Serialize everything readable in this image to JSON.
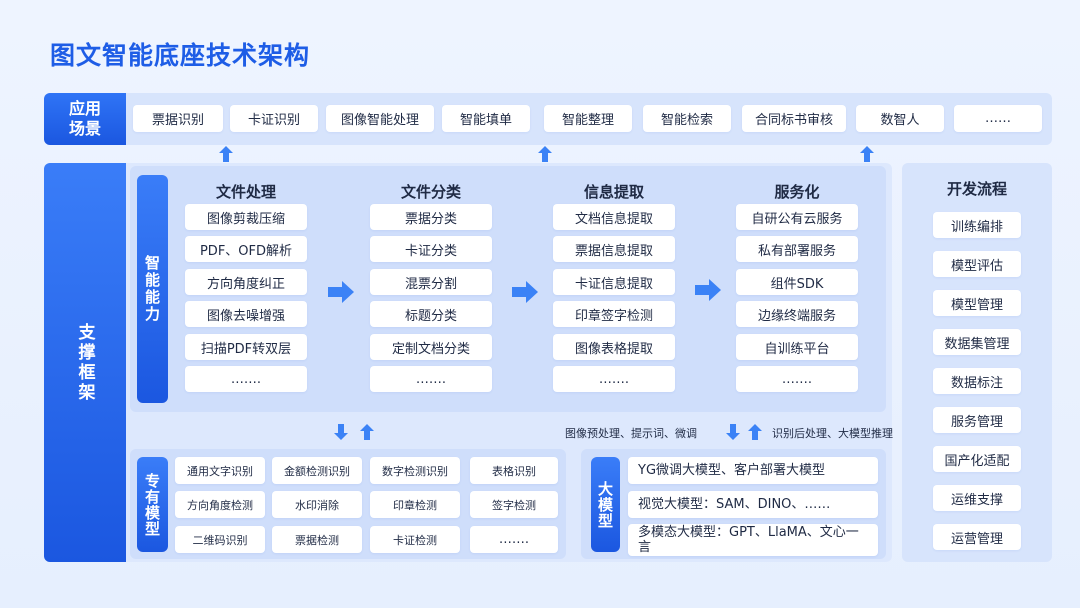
{
  "title": "图文智能底座技术架构",
  "colors": {
    "primary": "#1e5de6",
    "panel": "#cfdefb",
    "arrow": "#3b82f6"
  },
  "application": {
    "label": "应用场景",
    "items": [
      "票据识别",
      "卡证识别",
      "图像智能处理",
      "智能填单",
      "智能整理",
      "智能检索",
      "合同标书审核",
      "数智人",
      "……"
    ]
  },
  "support": {
    "label": "支撑框架",
    "intelligence": {
      "label": "智能能力",
      "columns": [
        {
          "title": "文件处理",
          "items": [
            "图像剪裁压缩",
            "PDF、OFD解析",
            "方向角度纠正",
            "图像去噪增强",
            "扫描PDF转双层",
            "……."
          ]
        },
        {
          "title": "文件分类",
          "items": [
            "票据分类",
            "卡证分类",
            "混票分割",
            "标题分类",
            "定制文档分类",
            "……."
          ]
        },
        {
          "title": "信息提取",
          "items": [
            "文档信息提取",
            "票据信息提取",
            "卡证信息提取",
            "印章签字检测",
            "图像表格提取",
            "……."
          ]
        },
        {
          "title": "服务化",
          "items": [
            "自研公有云服务",
            "私有部署服务",
            "组件SDK",
            "边缘终端服务",
            "自训练平台",
            "……."
          ]
        }
      ]
    },
    "mid_labels": {
      "left": "图像预处理、提示词、微调",
      "right": "识别后处理、大模型推理"
    },
    "specialized": {
      "label": "专有模型",
      "items": [
        "通用文字识别",
        "金额检测识别",
        "数字检测识别",
        "表格识别",
        "方向角度检测",
        "水印消除",
        "印章检测",
        "签字检测",
        "二维码识别",
        "票据检测",
        "卡证检测",
        "……."
      ]
    },
    "large_models": {
      "label": "大模型",
      "items": [
        "YG微调大模型、客户部署大模型",
        "视觉大模型：SAM、DINO、……",
        "多模态大模型：GPT、LlaMA、文心一言"
      ]
    }
  },
  "dev_process": {
    "title": "开发流程",
    "items": [
      "训练编排",
      "模型评估",
      "模型管理",
      "数据集管理",
      "数据标注",
      "服务管理",
      "国产化适配",
      "运维支撑",
      "运营管理"
    ]
  }
}
